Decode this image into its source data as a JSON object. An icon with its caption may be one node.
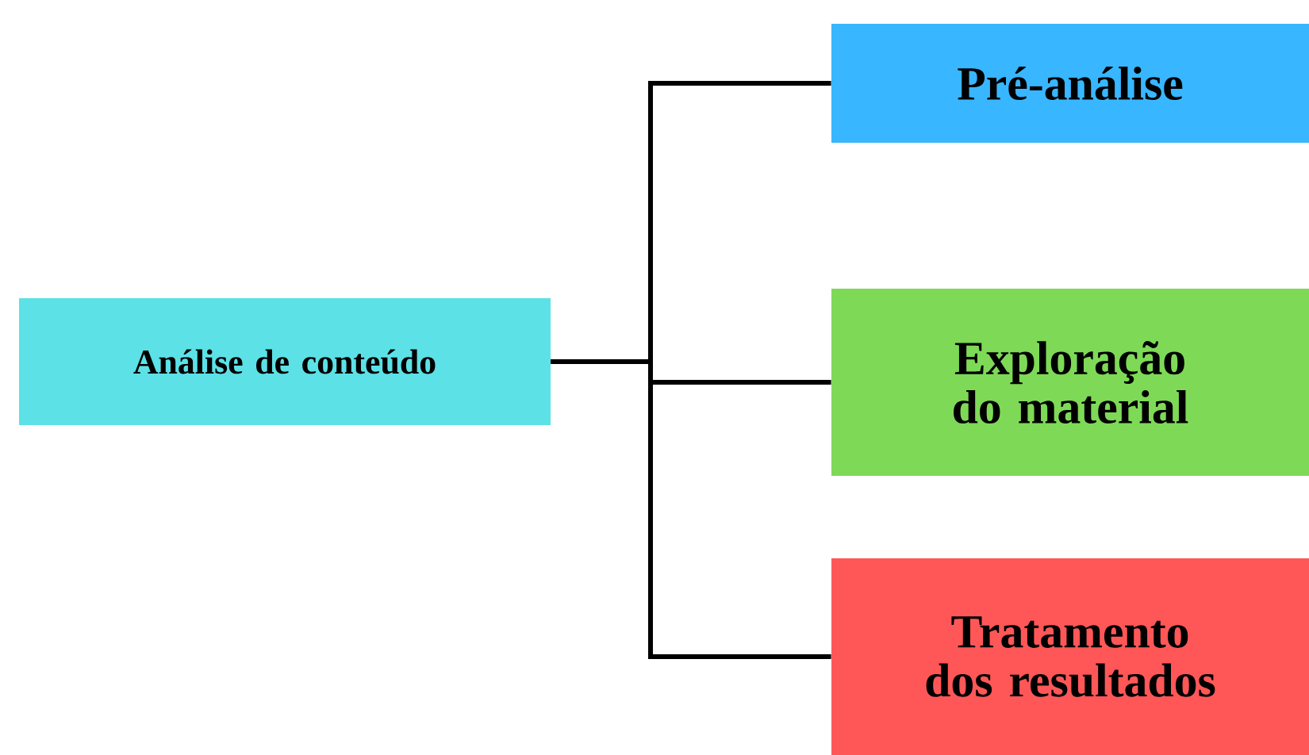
{
  "diagram": {
    "nodes": [
      {
        "text": [
          "Análise de conteúdo"
        ]
      },
      {
        "text": [
          "Pré-análise"
        ]
      },
      {
        "text": [
          "Exploração do material"
        ]
      },
      {
        "text": [
          "Tratamento dos resultados"
        ]
      }
    ],
    "edges": [
      {
        "from": 0,
        "to": 1,
        "arrow": "none"
      },
      {
        "from": 0,
        "to": 2,
        "arrow": "none"
      },
      {
        "from": 0,
        "to": 3,
        "arrow": "none"
      }
    ]
  }
}
